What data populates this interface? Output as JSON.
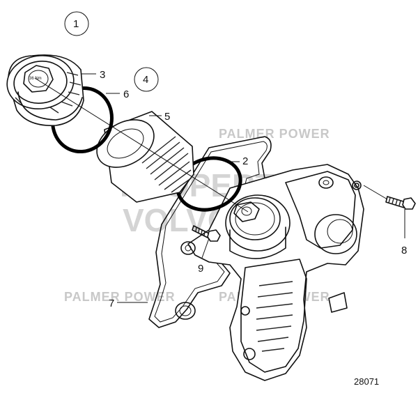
{
  "diagram": {
    "callouts": [
      {
        "id": "1",
        "circled": true
      },
      {
        "id": "4",
        "circled": true
      },
      {
        "id": "3"
      },
      {
        "id": "6"
      },
      {
        "id": "5"
      },
      {
        "id": "2"
      },
      {
        "id": "7"
      },
      {
        "id": "8"
      },
      {
        "id": "9"
      }
    ],
    "watermarks": [
      "PALMER POWER",
      "PALMER POWER",
      "PALMER POWER",
      "PROPERTY OF",
      "VOLVO PENTA"
    ],
    "figure_number": "28071"
  }
}
